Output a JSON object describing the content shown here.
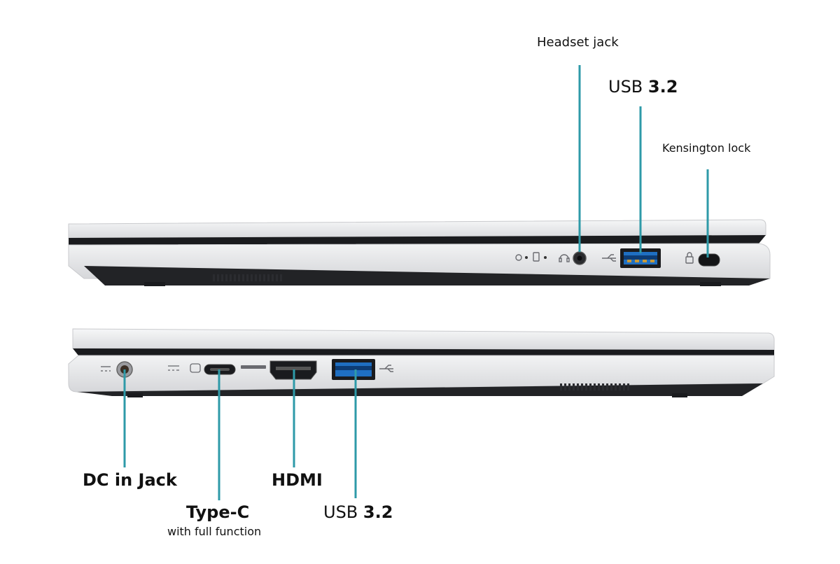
{
  "labels": {
    "headset_jack": "Headset jack",
    "usb_right_prefix": "USB",
    "usb_right_version": "3.2",
    "kensington_lock": "Kensington lock",
    "dc_in_jack": "DC in Jack",
    "type_c": "Type-C",
    "type_c_sub": "with full function",
    "hdmi": "HDMI",
    "usb_left_prefix": "USB",
    "usb_left_version": "3.2"
  },
  "colors": {
    "callout_line": "#2e9aa8",
    "chassis_silver": "#e9eaec",
    "chassis_dark": "#1a1b1e",
    "usb_blue": "#1f6fc2"
  },
  "icons": [
    "headset-icon",
    "usb-icon",
    "lock-icon",
    "dc-power-icon",
    "usb-c-dp-icon",
    "hdmi-logo-icon"
  ]
}
